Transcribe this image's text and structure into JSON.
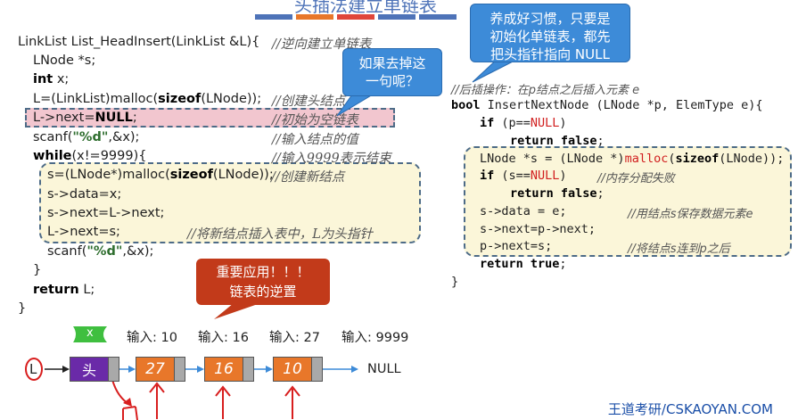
{
  "title": "头插法建立单链表",
  "left_code": {
    "l1": "LinkList List_HeadInsert(LinkList &L){",
    "l1c": "//逆向建立单链表",
    "l2": "LNode *s;",
    "l3_kw": "int",
    "l3": " x;",
    "l4a": "L=(LinkList)malloc(",
    "l4kw": "sizeof",
    "l4b": "(LNode));",
    "l4c": "//创建头结点",
    "l5a": "L->next=",
    "l5kw": "NULL",
    "l5b": ";",
    "l5c": "//初始为空链表",
    "l6a": "scanf(",
    "l6s": "\"%d\"",
    "l6b": ",&x);",
    "l6c": "//输入结点的值",
    "l7kw": "while",
    "l7": "(x!=9999){",
    "l7c": "//输入9999表示结束",
    "l8a": "s=(LNode*)malloc(",
    "l8kw": "sizeof",
    "l8b": "(LNode));",
    "l8c": "//创建新结点",
    "l9": "s->data=x;",
    "l10": "s->next=L->next;",
    "l11": "L->next=s;",
    "l11c": "//将新结点插入表中，L为头指针",
    "l12a": "scanf(",
    "l12s": "\"%d\"",
    "l12b": ",&x);",
    "l13": "}",
    "l14kw": "return",
    "l14": " L;",
    "l15": "}"
  },
  "right_code": {
    "c0": "//后插操作：在p结点之后插入元素 e",
    "r1kw": "bool",
    "r1": " InsertNextNode (LNode *p, ElemType e){",
    "r2kw": "if",
    "r2a": " (p==",
    "r2n": "NULL",
    "r2b": ")",
    "r3kw": "return false",
    "r3": ";",
    "r4a": "LNode *s = (LNode *)",
    "r4m": "malloc",
    "r4b": "(",
    "r4kw": "sizeof",
    "r4c": "(LNode));",
    "r5kw": "if",
    "r5a": " (s==",
    "r5n": "NULL",
    "r5b": ")",
    "r5c": "//内存分配失败",
    "r6kw": "return false",
    "r6": ";",
    "r7": "s->data = e;",
    "r7c": "//用结点s保存数据元素e",
    "r8": "s->next=p->next;",
    "r9": "p->next=s;",
    "r9c": "//将结点s连到p之后",
    "r10kw": "return true",
    "r10": ";",
    "r11": "}"
  },
  "bubbles": {
    "top": "养成好习惯，只要是\n初始化单链表，都先\n把头指针指向 NULL",
    "mid": "如果去掉这\n一句呢？",
    "red": "重要应用！！！\n链表的逆置"
  },
  "diagram": {
    "flag": "x",
    "inputs": [
      "输入: 10",
      "输入: 16",
      "输入: 27",
      "输入: 9999"
    ],
    "head_ptr": "L",
    "head_label": "头",
    "nodes": [
      "27",
      "16",
      "10"
    ],
    "null_label": "NULL"
  },
  "footer": "王道考研/CSKAOYAN.COM",
  "colors": {
    "node_orange": "#e8772a",
    "head_purple": "#6a2aa8",
    "bubble_blue": "#3d8bd8",
    "bubble_red": "#c23a1a",
    "annotation_red": "#d81e1e",
    "highlight_pink": "#f2c6cf",
    "highlight_yellow": "#fbf6d9"
  }
}
